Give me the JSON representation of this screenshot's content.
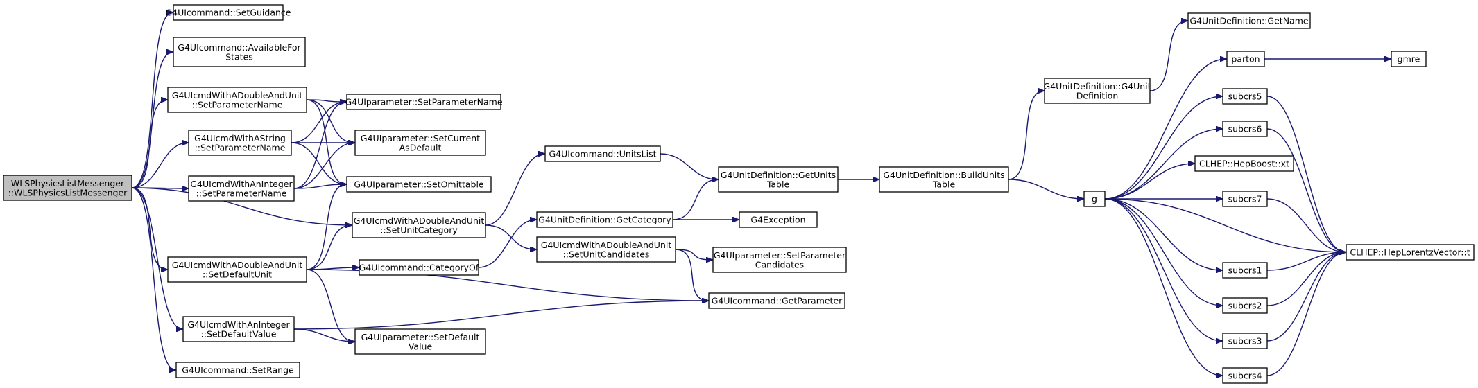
{
  "nodes": {
    "root": {
      "lines": [
        "WLSPhysicsListMessenger",
        "::WLSPhysicsListMessenger"
      ]
    },
    "setGuidance": {
      "lines": [
        "G4UIcommand::SetGuidance"
      ]
    },
    "availableForStates": {
      "lines": [
        "G4UIcommand::AvailableFor",
        "States"
      ]
    },
    "adauSetParameterName": {
      "lines": [
        "G4UIcmdWithADoubleAndUnit",
        "::SetParameterName"
      ]
    },
    "strSetParameterName": {
      "lines": [
        "G4UIcmdWithAString",
        "::SetParameterName"
      ]
    },
    "intSetParameterName": {
      "lines": [
        "G4UIcmdWithAnInteger",
        "::SetParameterName"
      ]
    },
    "adauSetDefaultUnit": {
      "lines": [
        "G4UIcmdWithADoubleAndUnit",
        "::SetDefaultUnit"
      ]
    },
    "intSetDefaultValue": {
      "lines": [
        "G4UIcmdWithAnInteger",
        "::SetDefaultValue"
      ]
    },
    "setRange": {
      "lines": [
        "G4UIcommand::SetRange"
      ]
    },
    "paramSetParameterName": {
      "lines": [
        "G4UIparameter::SetParameterName"
      ]
    },
    "paramSetCurrentAsDefault": {
      "lines": [
        "G4UIparameter::SetCurrent",
        "AsDefault"
      ]
    },
    "paramSetOmittable": {
      "lines": [
        "G4UIparameter::SetOmittable"
      ]
    },
    "adauSetUnitCategory": {
      "lines": [
        "G4UIcmdWithADoubleAndUnit",
        "::SetUnitCategory"
      ]
    },
    "categoryOf": {
      "lines": [
        "G4UIcommand::CategoryOf"
      ]
    },
    "paramSetDefaultValue": {
      "lines": [
        "G4UIparameter::SetDefault",
        "Value"
      ]
    },
    "unitsList": {
      "lines": [
        "G4UIcommand::UnitsList"
      ]
    },
    "getCategory": {
      "lines": [
        "G4UnitDefinition::GetCategory"
      ]
    },
    "adauSetUnitCandidates": {
      "lines": [
        "G4UIcmdWithADoubleAndUnit",
        "::SetUnitCandidates"
      ]
    },
    "getUnitsTable": {
      "lines": [
        "G4UnitDefinition::GetUnits",
        "Table"
      ]
    },
    "g4Exception": {
      "lines": [
        "G4Exception"
      ]
    },
    "paramSetParameterCandidates": {
      "lines": [
        "G4UIparameter::SetParameter",
        "Candidates"
      ]
    },
    "getParameter": {
      "lines": [
        "G4UIcommand::GetParameter"
      ]
    },
    "buildUnitsTable": {
      "lines": [
        "G4UnitDefinition::BuildUnits",
        "Table"
      ]
    },
    "unitDefinitionCtor": {
      "lines": [
        "G4UnitDefinition::G4Unit",
        "Definition"
      ]
    },
    "getName": {
      "lines": [
        "G4UnitDefinition::GetName"
      ]
    },
    "g": {
      "lines": [
        "g"
      ]
    },
    "parton": {
      "lines": [
        "parton"
      ]
    },
    "gmre": {
      "lines": [
        "gmre"
      ]
    },
    "subcrs5": {
      "lines": [
        "subcrs5"
      ]
    },
    "subcrs6": {
      "lines": [
        "subcrs6"
      ]
    },
    "hepBoostXt": {
      "lines": [
        "CLHEP::HepBoost::xt"
      ]
    },
    "subcrs7": {
      "lines": [
        "subcrs7"
      ]
    },
    "subcrs1": {
      "lines": [
        "subcrs1"
      ]
    },
    "subcrs2": {
      "lines": [
        "subcrs2"
      ]
    },
    "subcrs3": {
      "lines": [
        "subcrs3"
      ]
    },
    "subcrs4": {
      "lines": [
        "subcrs4"
      ]
    },
    "lorentzVectorT": {
      "lines": [
        "CLHEP::HepLorentzVector::t"
      ]
    }
  },
  "edges": [
    [
      "root",
      "setGuidance"
    ],
    [
      "root",
      "availableForStates"
    ],
    [
      "root",
      "adauSetParameterName"
    ],
    [
      "root",
      "strSetParameterName"
    ],
    [
      "root",
      "intSetParameterName"
    ],
    [
      "root",
      "adauSetUnitCategory"
    ],
    [
      "root",
      "adauSetDefaultUnit"
    ],
    [
      "root",
      "intSetDefaultValue"
    ],
    [
      "root",
      "setRange"
    ],
    [
      "adauSetParameterName",
      "paramSetParameterName"
    ],
    [
      "adauSetParameterName",
      "paramSetCurrentAsDefault"
    ],
    [
      "adauSetParameterName",
      "paramSetOmittable"
    ],
    [
      "strSetParameterName",
      "paramSetParameterName"
    ],
    [
      "strSetParameterName",
      "paramSetCurrentAsDefault"
    ],
    [
      "strSetParameterName",
      "paramSetOmittable"
    ],
    [
      "intSetParameterName",
      "paramSetParameterName"
    ],
    [
      "intSetParameterName",
      "paramSetCurrentAsDefault"
    ],
    [
      "intSetParameterName",
      "paramSetOmittable"
    ],
    [
      "adauSetDefaultUnit",
      "paramSetOmittable"
    ],
    [
      "adauSetDefaultUnit",
      "adauSetUnitCategory"
    ],
    [
      "adauSetDefaultUnit",
      "categoryOf"
    ],
    [
      "adauSetDefaultUnit",
      "paramSetDefaultValue"
    ],
    [
      "adauSetDefaultUnit",
      "getParameter"
    ],
    [
      "intSetDefaultValue",
      "paramSetDefaultValue"
    ],
    [
      "intSetDefaultValue",
      "getParameter"
    ],
    [
      "adauSetUnitCategory",
      "unitsList"
    ],
    [
      "adauSetUnitCategory",
      "adauSetUnitCandidates"
    ],
    [
      "categoryOf",
      "getCategory"
    ],
    [
      "unitsList",
      "getUnitsTable"
    ],
    [
      "getCategory",
      "getUnitsTable"
    ],
    [
      "getCategory",
      "g4Exception"
    ],
    [
      "adauSetUnitCandidates",
      "paramSetParameterCandidates"
    ],
    [
      "adauSetUnitCandidates",
      "getParameter"
    ],
    [
      "getUnitsTable",
      "buildUnitsTable"
    ],
    [
      "buildUnitsTable",
      "unitDefinitionCtor"
    ],
    [
      "buildUnitsTable",
      "g"
    ],
    [
      "unitDefinitionCtor",
      "getName"
    ],
    [
      "g",
      "parton"
    ],
    [
      "g",
      "subcrs5"
    ],
    [
      "g",
      "subcrs6"
    ],
    [
      "g",
      "hepBoostXt"
    ],
    [
      "g",
      "subcrs7"
    ],
    [
      "g",
      "lorentzVectorT"
    ],
    [
      "g",
      "subcrs1"
    ],
    [
      "g",
      "subcrs2"
    ],
    [
      "g",
      "subcrs3"
    ],
    [
      "g",
      "subcrs4"
    ],
    [
      "parton",
      "gmre"
    ],
    [
      "subcrs5",
      "lorentzVectorT"
    ],
    [
      "subcrs6",
      "lorentzVectorT"
    ],
    [
      "subcrs7",
      "lorentzVectorT"
    ],
    [
      "subcrs1",
      "lorentzVectorT"
    ],
    [
      "subcrs2",
      "lorentzVectorT"
    ],
    [
      "subcrs3",
      "lorentzVectorT"
    ],
    [
      "subcrs4",
      "lorentzVectorT"
    ]
  ]
}
